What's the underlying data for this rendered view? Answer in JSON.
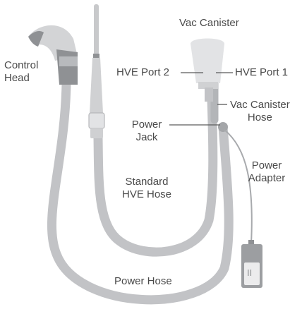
{
  "labels": {
    "vac_canister": "Vac Canister",
    "control_head": [
      "Control",
      "Head"
    ],
    "hve_port_2": "HVE Port 2",
    "hve_port_1": "HVE Port 1",
    "vac_canister_hose": [
      "Vac Canister",
      "Hose"
    ],
    "power_jack": [
      "Power",
      "Jack"
    ],
    "power_adapter": [
      "Power",
      "Adapter"
    ],
    "standard_hve_hose": [
      "Standard",
      "HVE Hose"
    ],
    "power_hose": "Power Hose"
  },
  "adapter_mark": "II",
  "colors": {
    "hose": "#c2c3c6",
    "hose_dark": "#a4a6a9",
    "part_light": "#e2e3e5",
    "part_dark": "#8f9194",
    "leader": "#5a5a5a",
    "text": "#4a4a4a"
  }
}
